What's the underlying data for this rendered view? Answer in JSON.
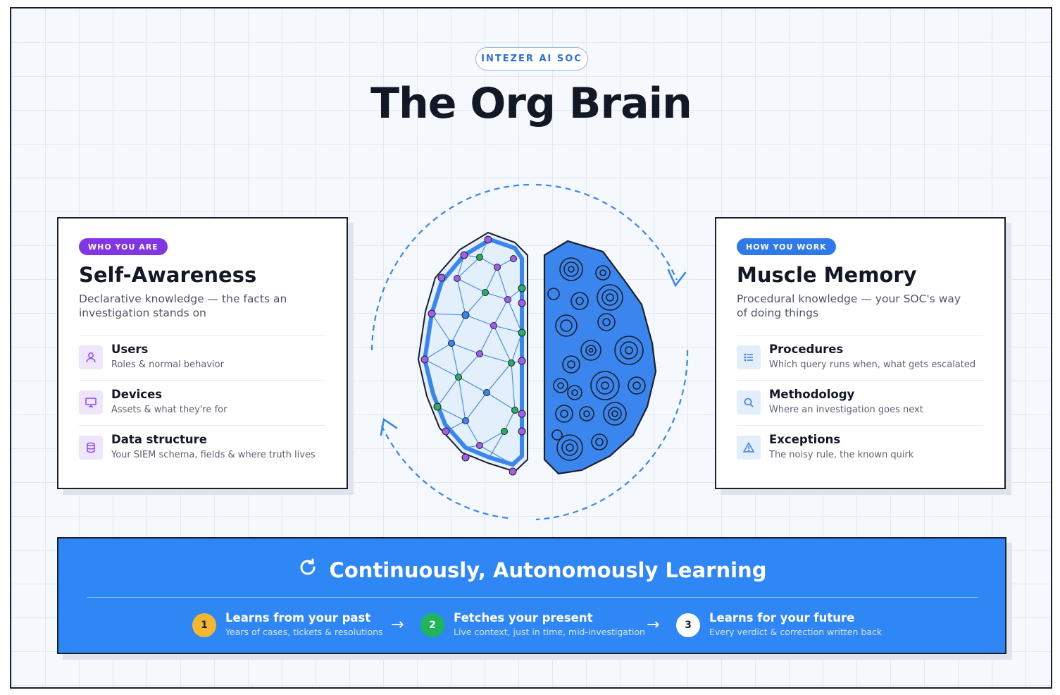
{
  "header": {
    "eyebrow": "INTEZER AI SOC",
    "title": "The Org Brain"
  },
  "left_card": {
    "badge": "WHO YOU ARE",
    "title": "Self-Awareness",
    "subtitle": "Declarative knowledge — the facts an investigation stands on",
    "items": [
      {
        "name": "Users",
        "desc": "Roles & normal behavior",
        "icon": "user-icon"
      },
      {
        "name": "Devices",
        "desc": "Assets & what they're for",
        "icon": "monitor-icon"
      },
      {
        "name": "Data structure",
        "desc": "Your SIEM schema, fields & where truth lives",
        "icon": "database-icon"
      }
    ]
  },
  "right_card": {
    "badge": "HOW YOU WORK",
    "title": "Muscle Memory",
    "subtitle": "Procedural knowledge — your SOC's way of doing things",
    "items": [
      {
        "name": "Procedures",
        "desc": "Which query runs when, what gets escalated",
        "icon": "list-icon"
      },
      {
        "name": "Methodology",
        "desc": "Where an investigation goes next",
        "icon": "search-icon"
      },
      {
        "name": "Exceptions",
        "desc": "The noisy rule, the known quirk",
        "icon": "warning-icon"
      }
    ]
  },
  "banner": {
    "title": "Continuously, Autonomously Learning",
    "icon": "refresh-icon",
    "steps": [
      {
        "num": "1",
        "title": "Learns from your past",
        "desc": "Years of cases, tickets & resolutions",
        "color": "#f5b731"
      },
      {
        "num": "2",
        "title": "Fetches your present",
        "desc": "Live context, just in time, mid-investigation",
        "color": "#1fb55a"
      },
      {
        "num": "3",
        "title": "Learns for your future",
        "desc": "Every verdict & correction written back",
        "color": "#ffffff"
      }
    ],
    "arrow": "→"
  },
  "colors": {
    "accent_blue": "#2f86f5",
    "accent_purple": "#8135e3",
    "brain_blue": "#3b86ee",
    "ink": "#121826"
  }
}
